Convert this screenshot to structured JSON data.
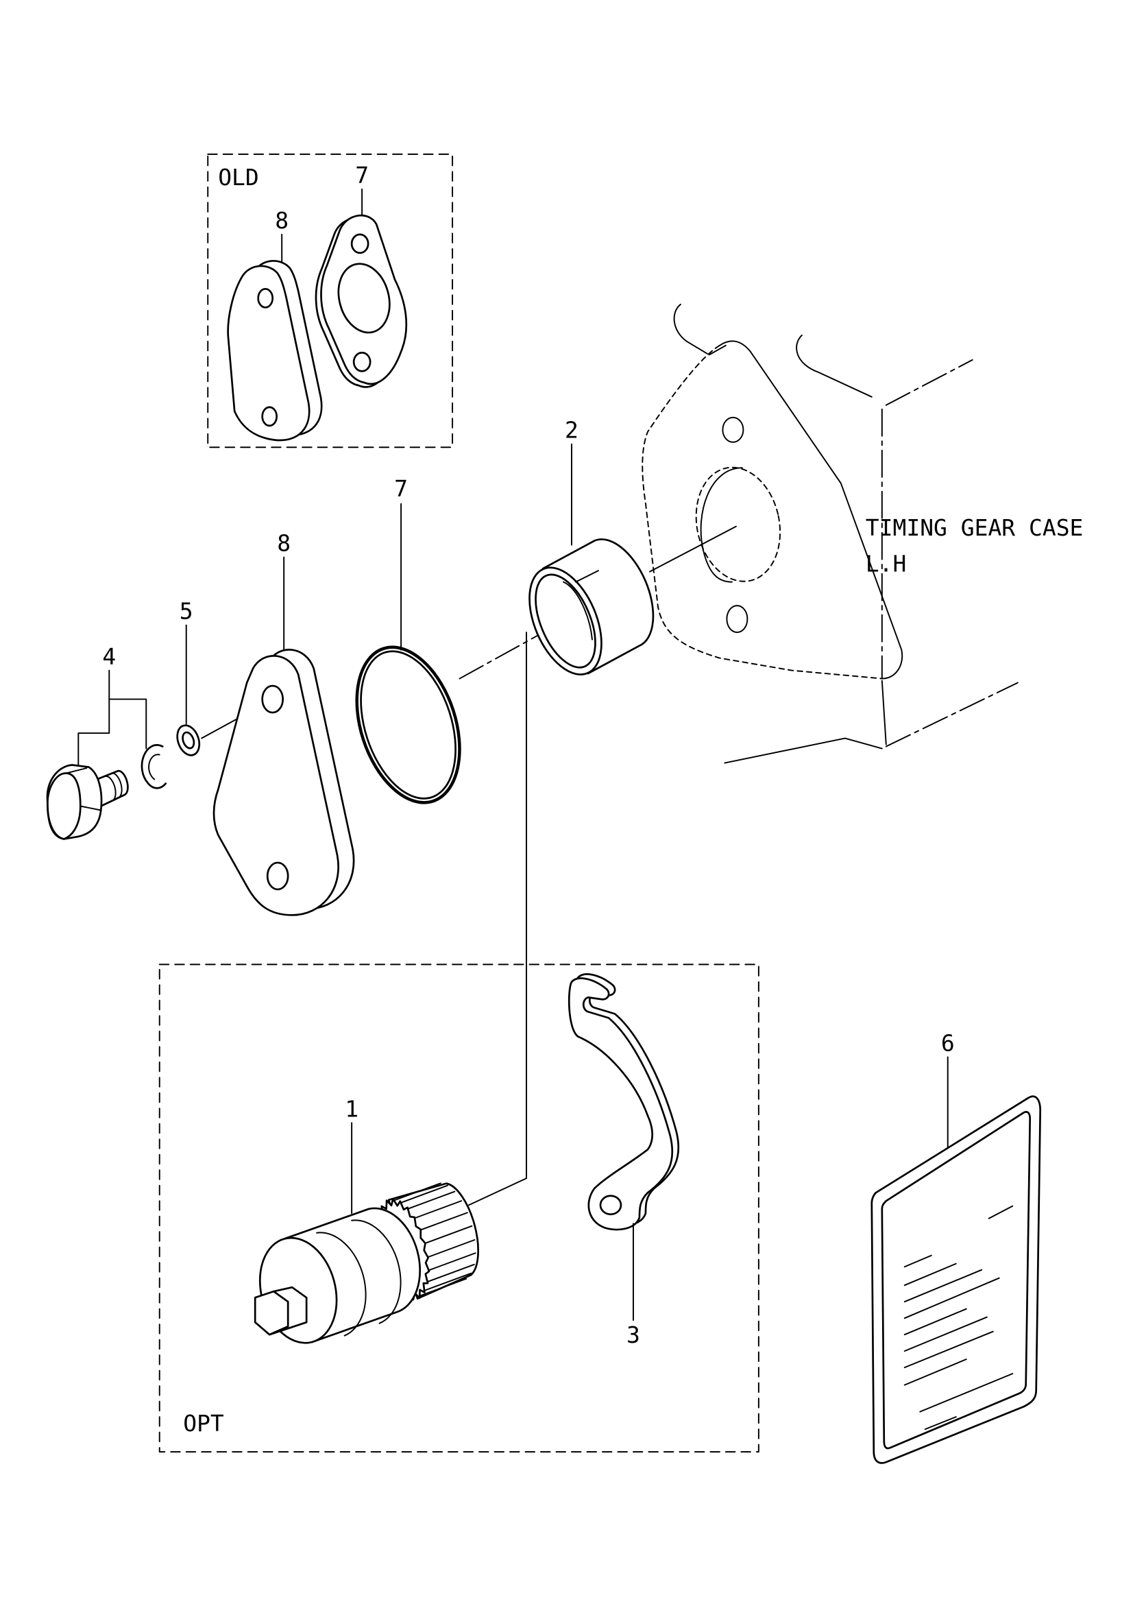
{
  "colors": {
    "ink": "#000000",
    "paper": "#ffffff"
  },
  "old_group": {
    "label": "OLD",
    "callout_7": "7",
    "callout_8": "8"
  },
  "main_callouts": {
    "part_2": "2",
    "part_7": "7",
    "part_8": "8",
    "part_5": "5",
    "part_4": "4",
    "part_6": "6"
  },
  "reference": {
    "line1": "TIMING GEAR CASE",
    "line2": "L.H"
  },
  "opt_group": {
    "label": "OPT",
    "callout_1": "1",
    "callout_3": "3"
  }
}
